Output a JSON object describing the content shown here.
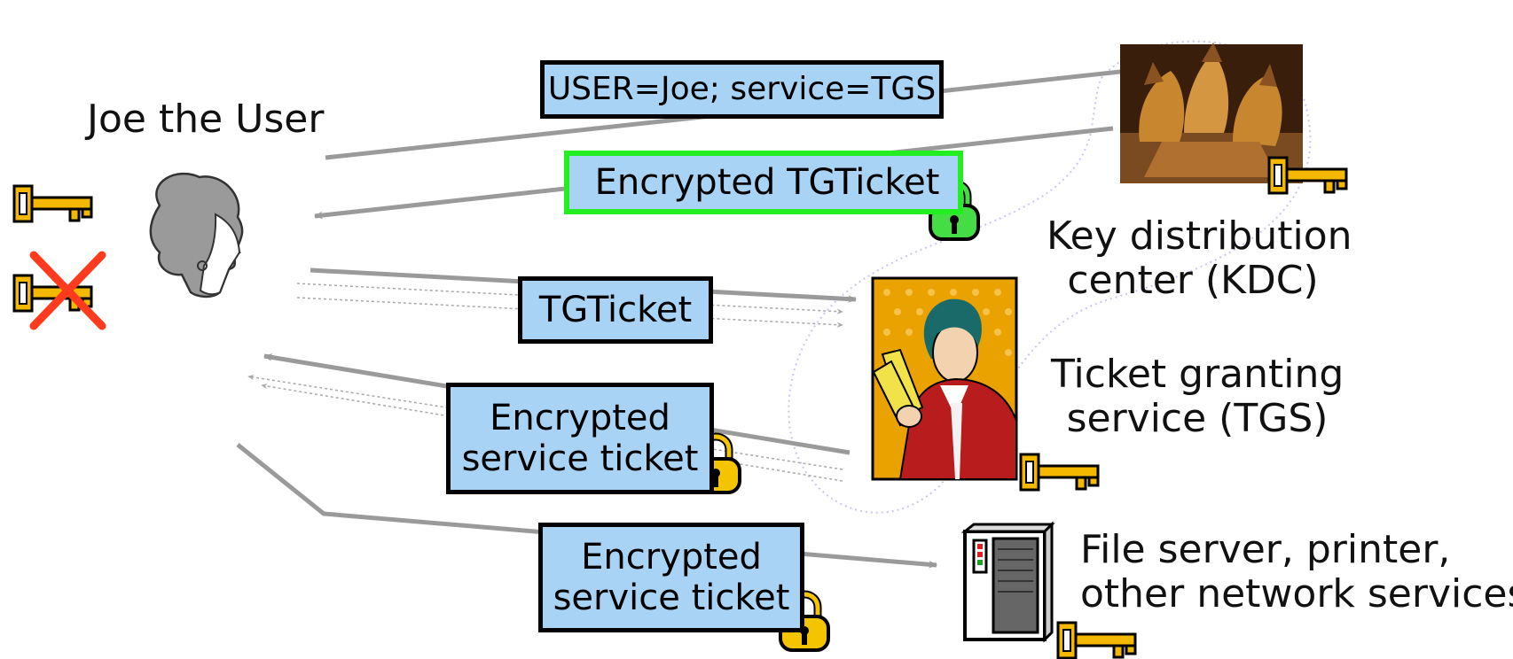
{
  "actors": {
    "user": "Joe the User",
    "kdc": [
      "Key distribution",
      "center (KDC)"
    ],
    "tgs": [
      "Ticket granting",
      "service (TGS)"
    ],
    "services": [
      "File server, printer,",
      "other network services"
    ]
  },
  "messages": {
    "m1": "USER=Joe; service=TGS",
    "m2": "Encrypted TGTicket",
    "m3": "TGTicket",
    "m4": [
      "Encrypted",
      "service ticket"
    ],
    "m5": [
      "Encrypted",
      "service ticket"
    ]
  },
  "colors": {
    "message_fill": "#a9d3f5",
    "tgticket_border": "#22ee22",
    "key": "#f5b800",
    "lock_green": "#44dd44",
    "lock_yellow": "#f5c400",
    "arrow": "#9a9a9a",
    "cross": "#ff3b1f",
    "kdc_outline": "#c6c6f0"
  }
}
